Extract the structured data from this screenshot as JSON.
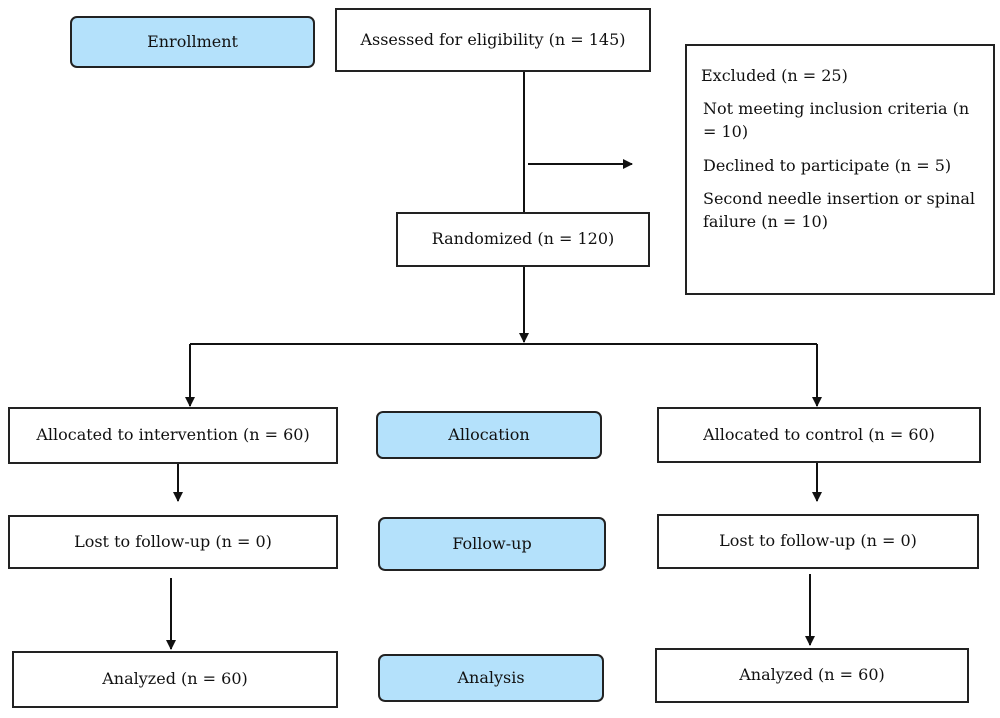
{
  "stages": {
    "enrollment": "Enrollment",
    "allocation": "Allocation",
    "follow_up": "Follow-up",
    "analysis": "Analysis"
  },
  "assessed": "Assessed for eligibility (n = 145)",
  "excluded": {
    "title": "Excluded (n = 25)",
    "items": [
      "Not meeting inclusion criteria (n = 10)",
      "Declined to participate (n = 5)",
      "Second needle insertion or spinal failure (n = 10)"
    ]
  },
  "randomized": "Randomized (n = 120)",
  "intervention": {
    "allocated": "Allocated to intervention (n = 60)",
    "lost": "Lost to follow-up (n = 0)",
    "analyzed": "Analyzed (n = 60)"
  },
  "control": {
    "allocated": "Allocated to control (n = 60)",
    "lost": "Lost to follow-up (n = 0)",
    "analyzed": "Analyzed (n = 60)"
  },
  "colors": {
    "stage_fill": "#b4e1fb",
    "stroke": "#222222"
  }
}
